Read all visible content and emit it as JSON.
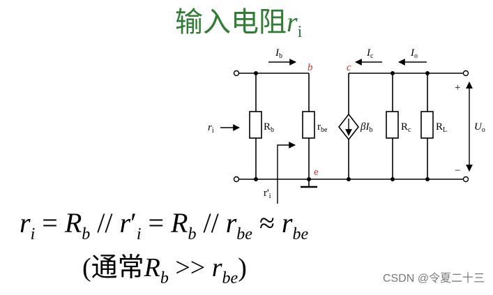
{
  "title": {
    "text": "输入电阻",
    "var": "r",
    "sub": "i"
  },
  "circuit": {
    "node_b": "b",
    "node_c": "c",
    "node_e": "e",
    "current_ib": {
      "main": "I",
      "sub": "b"
    },
    "current_ic": {
      "main": "I",
      "sub": "c"
    },
    "current_io": {
      "main": "I",
      "sub": "o"
    },
    "r_in": {
      "main": "r",
      "sub": "i"
    },
    "r_in_prime": {
      "main": "r'",
      "sub": "i"
    },
    "resistor_rb": {
      "main": "R",
      "sub": "b"
    },
    "resistor_rbe": {
      "main": "r",
      "sub": "be"
    },
    "source_label": {
      "beta": "β",
      "main": "I",
      "sub": "b"
    },
    "resistor_rc": {
      "main": "R",
      "sub": "c"
    },
    "resistor_rl": {
      "main": "R",
      "sub": "L"
    },
    "output_voltage": {
      "main": "U",
      "sub": "o"
    },
    "plus": "+",
    "minus": "−"
  },
  "formula": {
    "r": "r",
    "i": "i",
    "eq1": " = ",
    "R": "R",
    "b": "b",
    "par": " // ",
    "r2": "r",
    "prime": "′",
    "i2": "i",
    "eq2": " = ",
    "R2": "R",
    "b2": "b",
    "par2": " // ",
    "r3": "r",
    "be": "be",
    "approx": " ≈ ",
    "r4": "r",
    "be2": "be"
  },
  "note": {
    "open": "(通常",
    "R": "R",
    "b": "b",
    "gg": " >> ",
    "r": "r",
    "be": "be",
    "close": ")"
  },
  "watermark": "CSDN @令夏二十三"
}
